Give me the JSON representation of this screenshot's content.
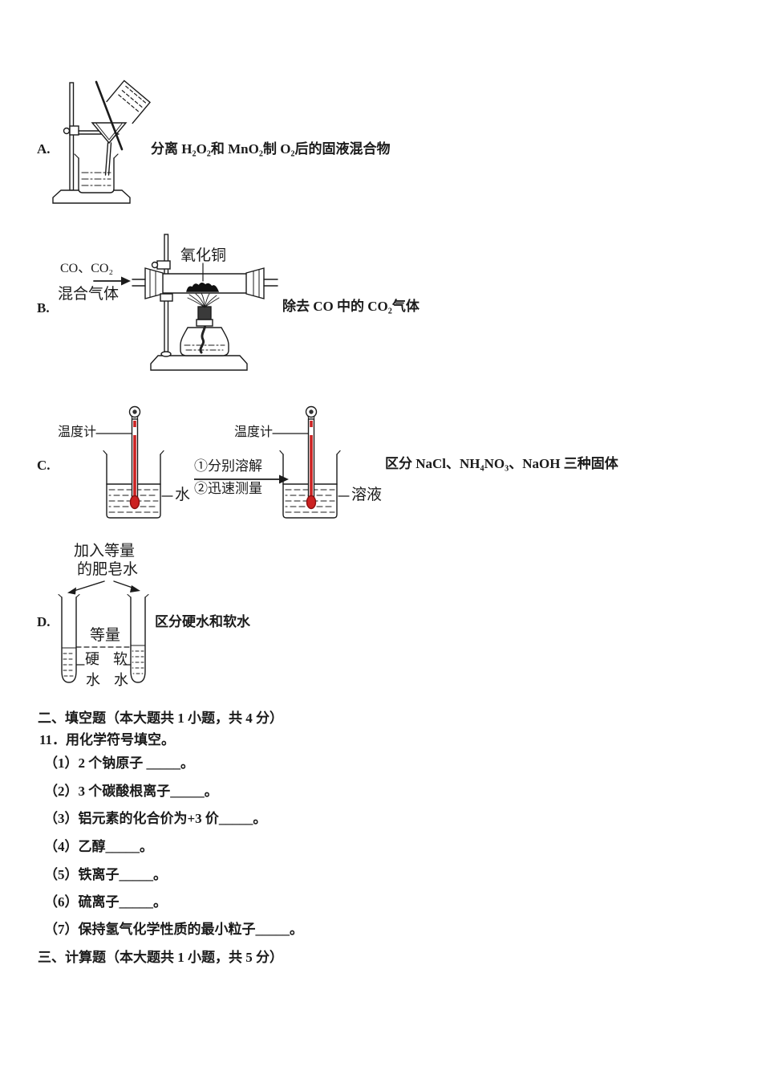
{
  "colors": {
    "ink": "#1b1b1b",
    "thermometer_red": "#cc2222",
    "paper": "#ffffff"
  },
  "optionA": {
    "label": "A.",
    "description": "分离 H₂O₂和 MnO₂制 O₂后的固液混合物",
    "figure": "filtration-apparatus"
  },
  "optionB": {
    "label": "B.",
    "description": "除去 CO 中的 CO₂气体",
    "gas_label_line1": "CO、CO₂",
    "gas_label_line2": "混合气体",
    "solid_label": "氧化铜",
    "figure": "heated-tube-over-alcohol-lamp"
  },
  "optionC": {
    "label": "C.",
    "description": "区分 NaCl、NH₄NO₃、NaOH 三种固体",
    "thermometer_label": "温度计",
    "water_label": "水",
    "solution_label": "溶液",
    "step1": "①分别溶解",
    "step2": "②迅速测量",
    "figure": "two-beakers-with-thermometers"
  },
  "optionD": {
    "label": "D.",
    "description": "区分硬水和软水",
    "soap_label_line1": "加入等量",
    "soap_label_line2": "的肥皂水",
    "equal_label": "等量",
    "hard_water_char1": "硬",
    "hard_water_char2": "水",
    "soft_water_char1": "软",
    "soft_water_char2": "水",
    "figure": "two-test-tubes"
  },
  "section_fill": {
    "heading": "二、填空题（本大题共 1 小题，共 4 分）",
    "question": "11．用化学符号填空。",
    "items": [
      "（1）2 个钠原子 _____。",
      "（2）3 个碳酸根离子_____。",
      "（3）铝元素的化合价为+3 价_____。",
      "（4）乙醇_____。",
      "（5）铁离子_____。",
      "（6）硫离子_____。",
      "（7）保持氢气化学性质的最小粒子_____。"
    ]
  },
  "section_calc": {
    "heading": "三、计算题（本大题共 1 小题，共 5 分）"
  }
}
